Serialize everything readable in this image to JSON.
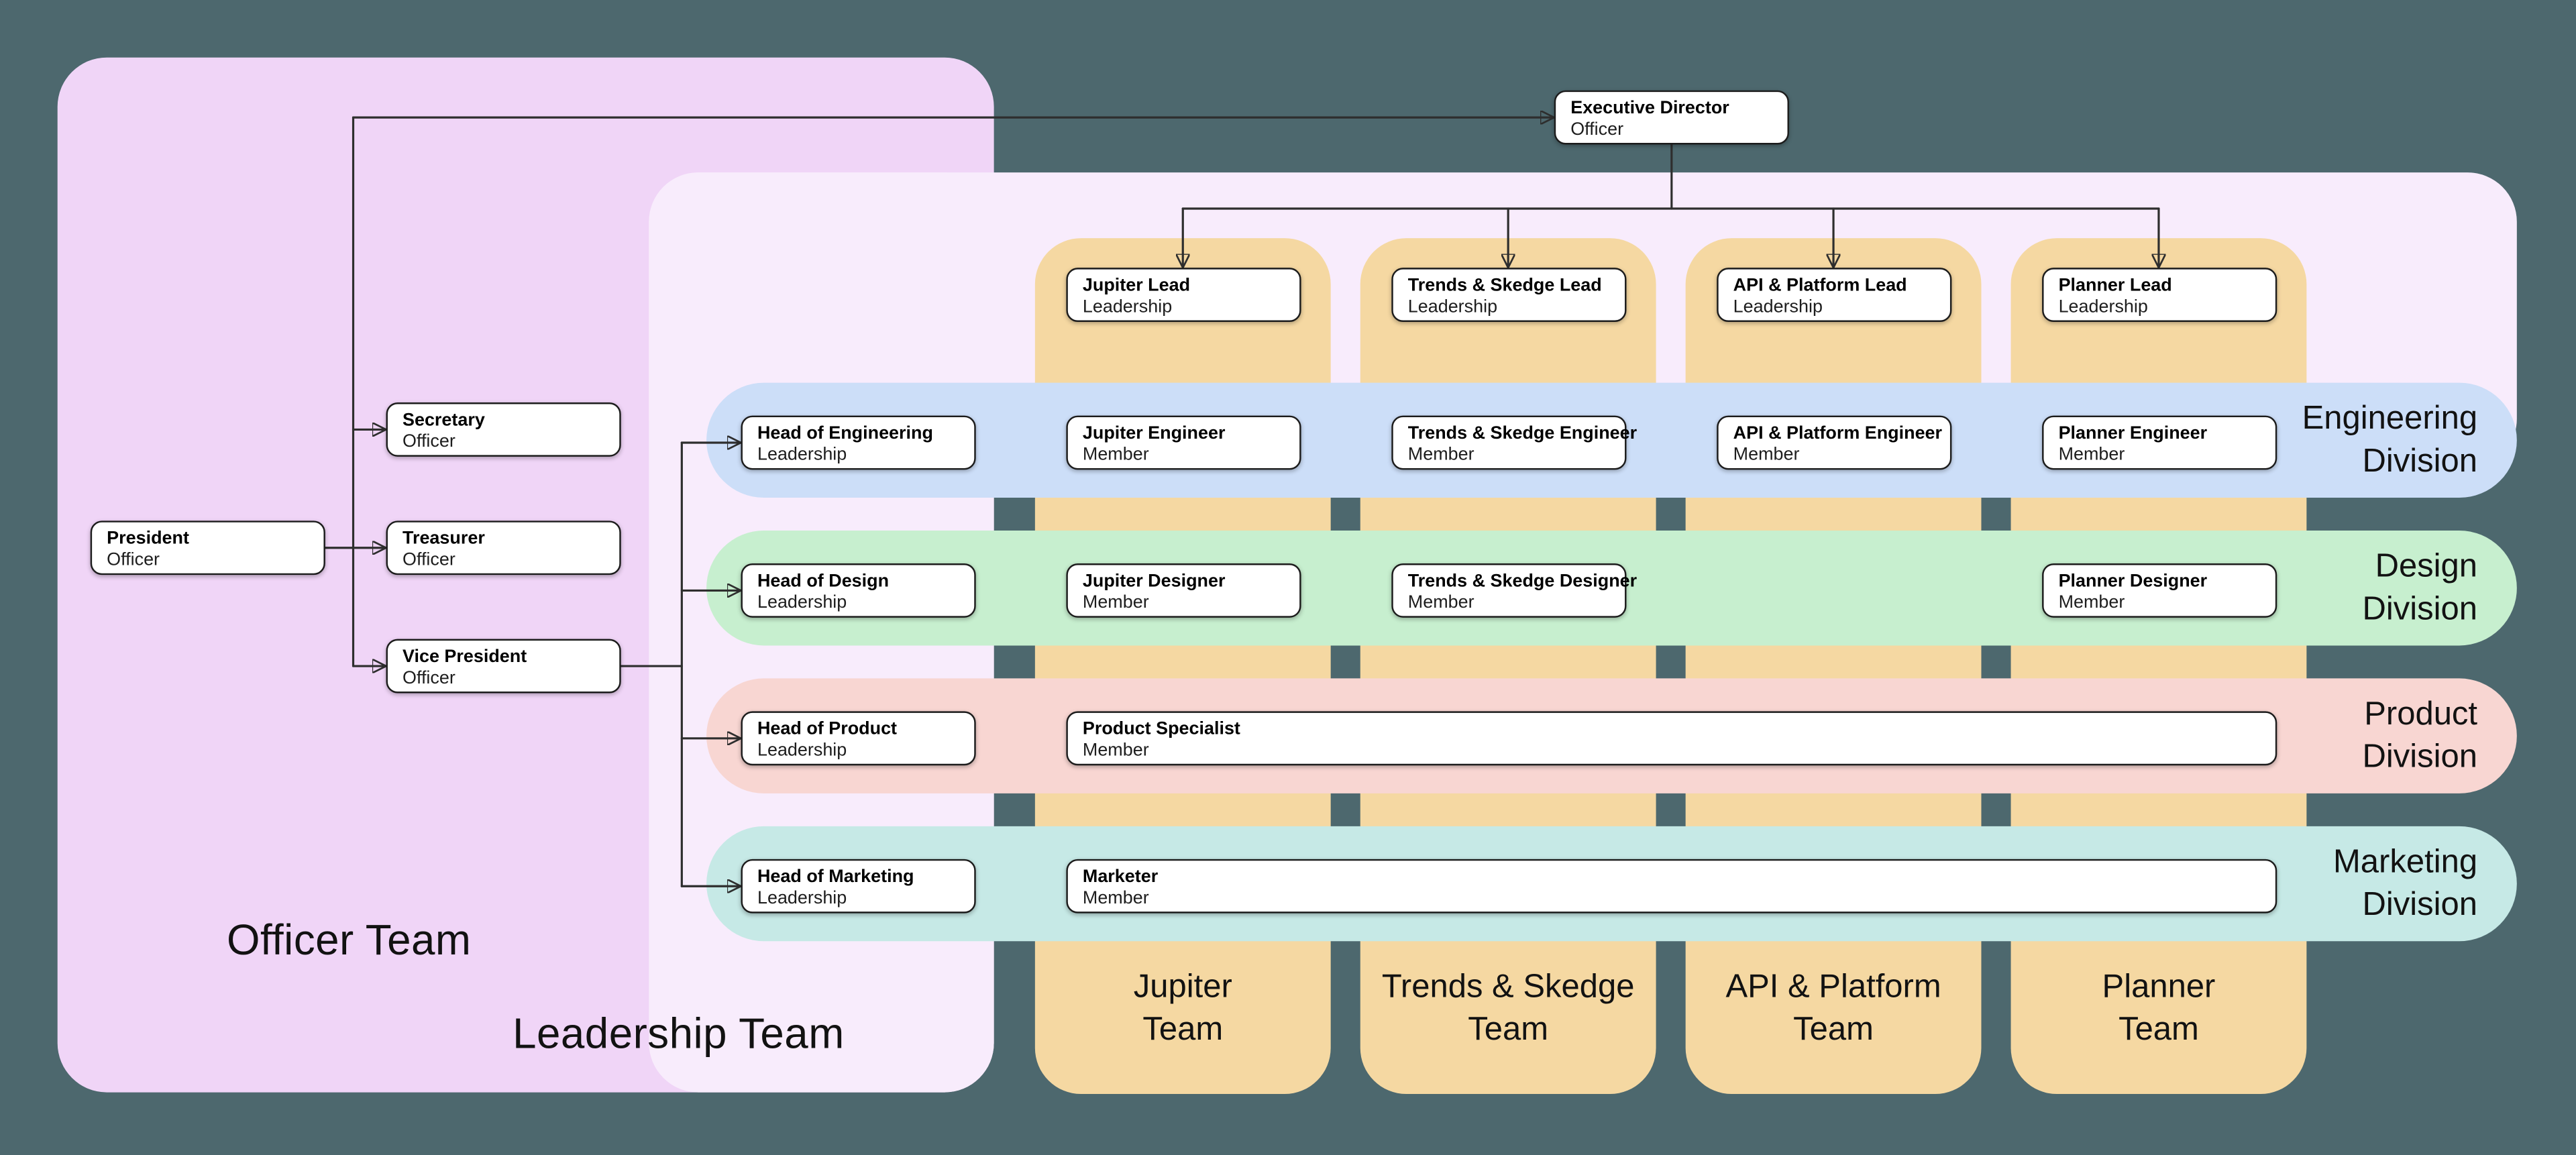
{
  "groups": {
    "officer_team": {
      "label": "Officer Team"
    },
    "leadership_team": {
      "label": "Leadership Team"
    }
  },
  "teams": {
    "jupiter": {
      "line1": "Jupiter",
      "line2": "Team"
    },
    "trends_skedge": {
      "line1": "Trends & Skedge",
      "line2": "Team"
    },
    "api_platform": {
      "line1": "API & Platform",
      "line2": "Team"
    },
    "planner": {
      "line1": "Planner",
      "line2": "Team"
    }
  },
  "divisions": {
    "engineering": {
      "line1": "Engineering",
      "line2": "Division"
    },
    "design": {
      "line1": "Design",
      "line2": "Division"
    },
    "product": {
      "line1": "Product",
      "line2": "Division"
    },
    "marketing": {
      "line1": "Marketing",
      "line2": "Division"
    }
  },
  "nodes": {
    "executive_director": {
      "title": "Executive Director",
      "subtitle": "Officer"
    },
    "president": {
      "title": "President",
      "subtitle": "Officer"
    },
    "secretary": {
      "title": "Secretary",
      "subtitle": "Officer"
    },
    "treasurer": {
      "title": "Treasurer",
      "subtitle": "Officer"
    },
    "vice_president": {
      "title": "Vice President",
      "subtitle": "Officer"
    },
    "jupiter_lead": {
      "title": "Jupiter Lead",
      "subtitle": "Leadership"
    },
    "trends_skedge_lead": {
      "title": "Trends & Skedge Lead",
      "subtitle": "Leadership"
    },
    "api_platform_lead": {
      "title": "API & Platform Lead",
      "subtitle": "Leadership"
    },
    "planner_lead": {
      "title": "Planner Lead",
      "subtitle": "Leadership"
    },
    "head_of_engineering": {
      "title": "Head of Engineering",
      "subtitle": "Leadership"
    },
    "jupiter_engineer": {
      "title": "Jupiter Engineer",
      "subtitle": "Member"
    },
    "trends_skedge_engineer": {
      "title": "Trends & Skedge Engineer",
      "subtitle": "Member"
    },
    "api_platform_engineer": {
      "title": "API & Platform Engineer",
      "subtitle": "Member"
    },
    "planner_engineer": {
      "title": "Planner Engineer",
      "subtitle": "Member"
    },
    "head_of_design": {
      "title": "Head of Design",
      "subtitle": "Leadership"
    },
    "jupiter_designer": {
      "title": "Jupiter Designer",
      "subtitle": "Member"
    },
    "trends_skedge_designer": {
      "title": "Trends & Skedge Designer",
      "subtitle": "Member"
    },
    "planner_designer": {
      "title": "Planner Designer",
      "subtitle": "Member"
    },
    "head_of_product": {
      "title": "Head of Product",
      "subtitle": "Leadership"
    },
    "product_specialist": {
      "title": "Product Specialist",
      "subtitle": "Member"
    },
    "head_of_marketing": {
      "title": "Head of Marketing",
      "subtitle": "Leadership"
    },
    "marketer": {
      "title": "Marketer",
      "subtitle": "Member"
    }
  },
  "colors": {
    "background": "#4d686e",
    "officer_team": "#f0d5f7",
    "leadership_team": "#f8ecfc",
    "team_column": "#f5d8a2",
    "engineering_division": "#ccdef8",
    "design_division": "#c7efcf",
    "product_division": "#f8d6d2",
    "marketing_division": "#c6e9e6",
    "connector": "#2e2e2e"
  }
}
